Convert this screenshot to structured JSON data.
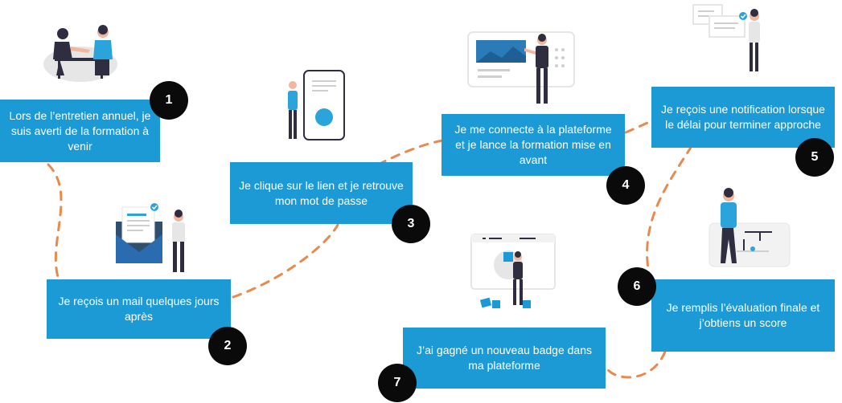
{
  "colors": {
    "box": "#1b9ad6",
    "path": "#e8894e",
    "badge": "#0a0a0a",
    "accent": "#2ba3db",
    "figure_dark": "#2f2e41",
    "skin": "#f3b69c",
    "light_grey": "#e6e6e6"
  },
  "steps": [
    {
      "number": "1",
      "text": "Lors de l’entretien annuel, je suis averti de la formation à venir",
      "illustration": "meeting-illustration"
    },
    {
      "number": "2",
      "text": "Je reçois un mail quelques jours après",
      "illustration": "mail-illustration"
    },
    {
      "number": "3",
      "text": "Je clique sur le lien et je retrouve mon mot de passe",
      "illustration": "phone-illustration"
    },
    {
      "number": "4",
      "text": "Je me connecte à la plateforme et je lance la formation mise en avant",
      "illustration": "dashboard-illustration"
    },
    {
      "number": "5",
      "text": "Je reçois une notification lorsque le délai pour terminer approche",
      "illustration": "notification-illustration"
    },
    {
      "number": "6",
      "text": "Je remplis l’évaluation finale et j’obtiens un score",
      "illustration": "evaluation-illustration"
    },
    {
      "number": "7",
      "text": "J’ai gagné un nouveau badge dans ma plateforme",
      "illustration": "badge-illustration"
    }
  ]
}
